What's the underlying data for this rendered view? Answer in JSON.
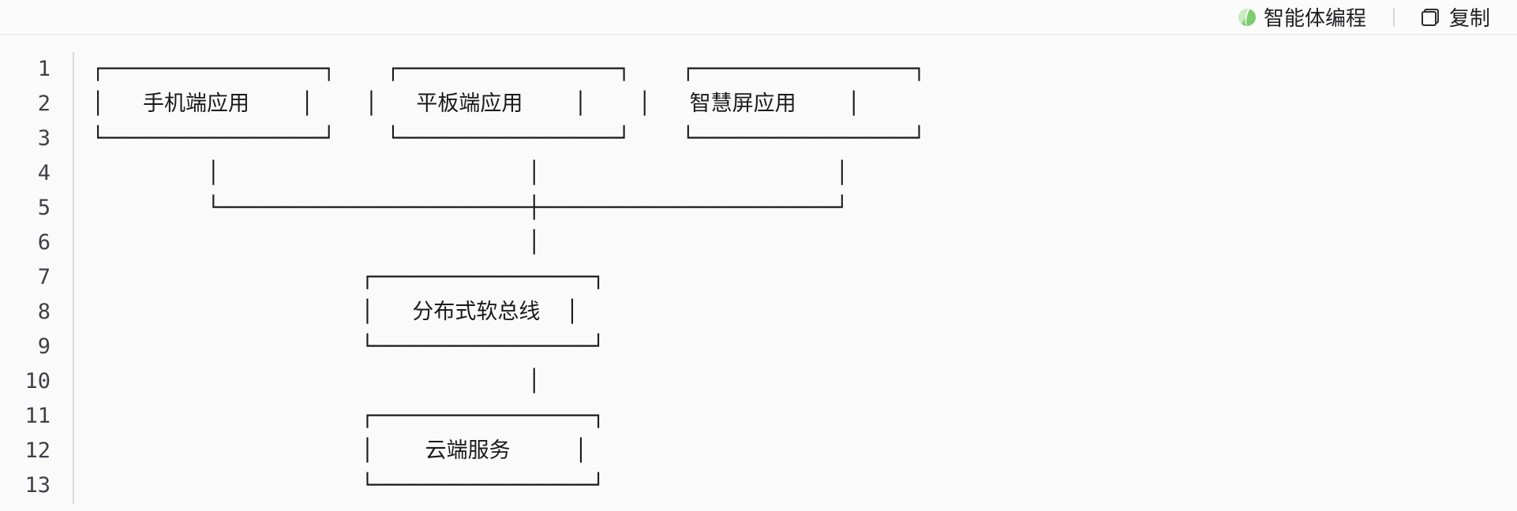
{
  "header": {
    "agent_label": "智能体编程",
    "copy_label": "复制"
  },
  "colors": {
    "background": "#fafafa",
    "toolbar_border": "#e7e7e7",
    "art_text": "#1a1a1c",
    "line_number": "#3f3f46",
    "gutter_separator": "#d9d9d9",
    "agent_icon_green": "#7ecb70",
    "agent_icon_green_light": "#c9ecc0",
    "copy_icon_stroke": "#2b2b2b"
  },
  "code_block": {
    "line_count": 13,
    "line_numbers": [
      "1",
      "2",
      "3",
      "4",
      "5",
      "6",
      "7",
      "8",
      "9",
      "10",
      "11",
      "12",
      "13"
    ],
    "lines": [
      "┌─────────────────┐    ┌─────────────────┐    ┌─────────────────┐",
      "│   手机端应用    │    │   平板端应用    │    │   智慧屏应用    │",
      "└─────────────────┘    └─────────────────┘    └─────────────────┘",
      "         │                        │                       │",
      "         └────────────────────────┼───────────────────────┘",
      "                                  │",
      "                     ┌─────────────────┐",
      "                     │   分布式软总线  │",
      "                     └─────────────────┘",
      "                                  │",
      "                     ┌─────────────────┐",
      "                     │    云端服务     │",
      "                     └─────────────────┘"
    ]
  },
  "diagram": {
    "type": "ascii-architecture",
    "nodes": [
      "手机端应用",
      "平板端应用",
      "智慧屏应用",
      "分布式软总线",
      "云端服务"
    ],
    "edges": [
      [
        "手机端应用",
        "分布式软总线"
      ],
      [
        "平板端应用",
        "分布式软总线"
      ],
      [
        "智慧屏应用",
        "分布式软总线"
      ],
      [
        "分布式软总线",
        "云端服务"
      ]
    ]
  }
}
